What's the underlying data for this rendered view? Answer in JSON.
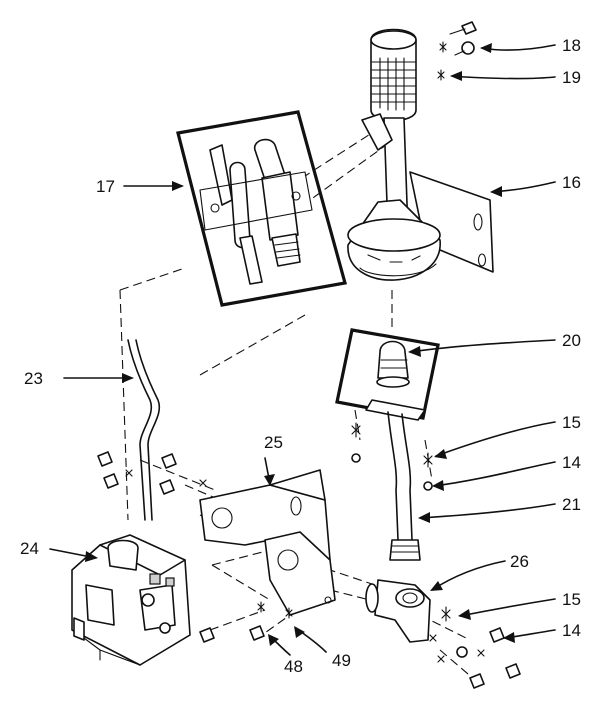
{
  "callouts": [
    {
      "id": "18",
      "label": "18"
    },
    {
      "id": "19",
      "label": "19"
    },
    {
      "id": "17",
      "label": "17"
    },
    {
      "id": "16",
      "label": "16"
    },
    {
      "id": "20",
      "label": "20"
    },
    {
      "id": "23",
      "label": "23"
    },
    {
      "id": "25",
      "label": "25"
    },
    {
      "id": "15a",
      "label": "15"
    },
    {
      "id": "14a",
      "label": "14"
    },
    {
      "id": "24",
      "label": "24"
    },
    {
      "id": "21",
      "label": "21"
    },
    {
      "id": "26",
      "label": "26"
    },
    {
      "id": "15b",
      "label": "15"
    },
    {
      "id": "14b",
      "label": "14"
    },
    {
      "id": "48",
      "label": "48"
    },
    {
      "id": "49",
      "label": "49"
    }
  ]
}
